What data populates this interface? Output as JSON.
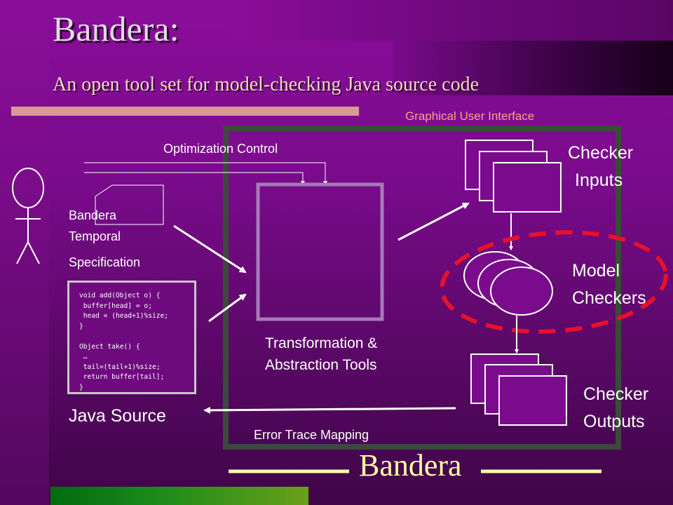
{
  "slide": {
    "title": "Bandera:",
    "subtitle": "An open tool set for model-checking Java source code"
  },
  "labels": {
    "gui": "Graphical User Interface",
    "optimization": "Optimization Control",
    "spec_lines": [
      "Bandera",
      "Temporal",
      "Specification"
    ],
    "java_source": "Java Source",
    "transform_lines": [
      "Transformation &",
      "Abstraction Tools"
    ],
    "checker_inputs_lines": [
      "Checker",
      "Inputs"
    ],
    "model_checkers_lines": [
      "Model",
      "Checkers"
    ],
    "checker_outputs_lines": [
      "Checker",
      "Outputs"
    ],
    "error_trace": "Error Trace Mapping",
    "brand": "Bandera"
  },
  "code_lines": [
    "void add(Object o) {",
    " buffer[head] = o;",
    " head = (head+1)%size;",
    "}",
    "",
    "Object take() {",
    " …",
    " tail=(tail+1)%size;",
    " return buffer[tail];",
    "}"
  ],
  "colors": {
    "gui_border": "#3b4a3a",
    "dashed_ellipse": "#e8102a",
    "tool_box": "#a67aba",
    "brand_text": "#ffffa6"
  }
}
